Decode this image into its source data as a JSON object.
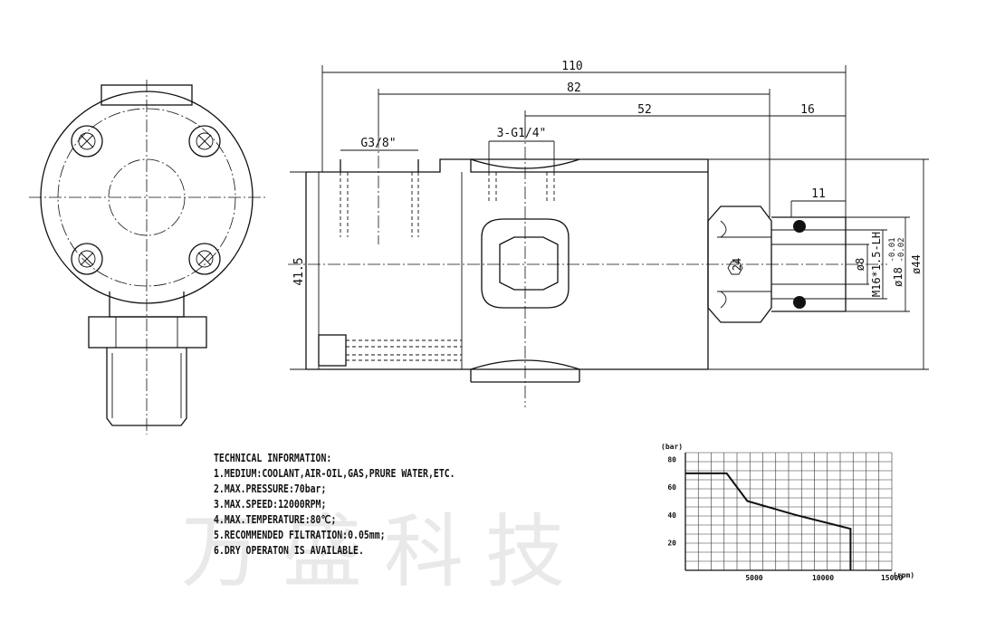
{
  "watermark": {
    "text": "万盛科技"
  },
  "dimensions": {
    "d110": "110",
    "d82": "82",
    "d52": "52",
    "d16": "16",
    "d11": "11",
    "g38": "G3/8\"",
    "g14": "3-G1/4\"",
    "h415": "41.5",
    "hex24": "24",
    "dia8": "ø8",
    "thread": "M16*1.5-LH",
    "dia18": "ø18",
    "dia18_upper": "-0.01",
    "dia18_lower": "-0.02",
    "dia44": "ø44"
  },
  "tech_info": {
    "title": "TECHNICAL INFORMATION:",
    "items": [
      "1.MEDIUM:COOLANT,AIR-OIL,GAS,PRURE WATER,ETC.",
      "2.MAX.PRESSURE:70bar;",
      "3.MAX.SPEED:12000RPM;",
      "4.MAX.TEMPERATURE:80℃;",
      "5.RECOMMENDED FILTRATION:0.05mm;",
      "6.DRY OPERATON IS AVAILABLE."
    ]
  },
  "chart_data": {
    "type": "line",
    "y_unit_label": "(bar)",
    "x_unit_label": "(rpm)",
    "x_ticks": [
      "5000",
      "10000",
      "15000"
    ],
    "y_ticks": [
      "20",
      "40",
      "60",
      "80"
    ],
    "xlim": [
      0,
      15000
    ],
    "ylim": [
      0,
      85
    ],
    "grid": true,
    "x": [
      0,
      3000,
      4500,
      8000,
      12000,
      12000
    ],
    "y": [
      70,
      70,
      50,
      40,
      30,
      0
    ]
  }
}
